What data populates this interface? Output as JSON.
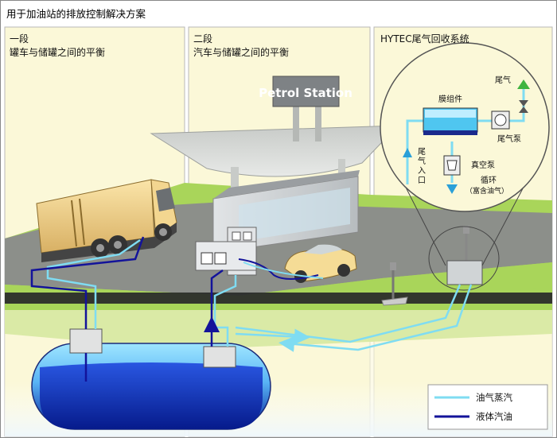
{
  "title": "用于加油站的排放控制解决方案",
  "sections": [
    {
      "heading": "一段",
      "subheading": "罐车与储罐之间的平衡"
    },
    {
      "heading": "二段",
      "subheading": "汽车与储罐之间的平衡"
    },
    {
      "heading": "HYTEC尾气回收系统",
      "subheading": ""
    }
  ],
  "station_sign": "Petrol Station",
  "inset": {
    "membrane": "膜组件",
    "exhaust": "尾气",
    "exhaust_pump": "尾气泵",
    "vacuum_pump": "真空泵",
    "inlet": [
      "尾",
      "气",
      "入",
      "口"
    ],
    "cycle": "循环",
    "cycle_note": "（富含油气）"
  },
  "legend": [
    {
      "label": "油气蒸汽",
      "color": "#7fdcf2"
    },
    {
      "label": "液体汽油",
      "color": "#13139a"
    }
  ],
  "colors": {
    "panel_bg": "#fbf8d8",
    "grass": "#a9d55a",
    "road": "#8c8f8a",
    "tank_fill": "#0d2db5",
    "vapor": "#7fdcf2",
    "liquid": "#13139a"
  }
}
